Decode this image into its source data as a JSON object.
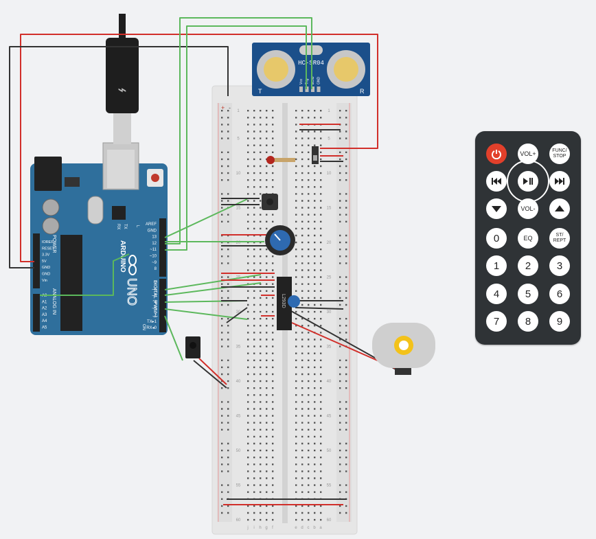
{
  "sensor": {
    "title": "HC-SR04",
    "pins": [
      "Vcc",
      "Trig",
      "Echo",
      "GND"
    ],
    "left_mark": "T",
    "right_mark": "R"
  },
  "arduino": {
    "brand": "ARDUINO",
    "model": "UNO",
    "header_pins_top": [
      "AREF",
      "GND",
      "13",
      "12",
      "~11",
      "~10",
      "~9",
      "8"
    ],
    "header_pins_bottom": [
      "7",
      "~6",
      "~5",
      "4",
      "~3",
      "2",
      "TX▸1",
      "RX◂0"
    ],
    "digital_label": "DIGITAL (PWM~)",
    "power_pins": [
      "IOREF",
      "RESET",
      "3.3V",
      "5V",
      "GND",
      "GND",
      "Vin"
    ],
    "power_label": "POWER",
    "analog_pins": [
      "A0",
      "A1",
      "A2",
      "A3",
      "A4",
      "A5"
    ],
    "analog_label": "ANALOG IN",
    "tx_label": "TX",
    "rx_label": "RX",
    "l_label": "L",
    "on_label": "ON"
  },
  "breadboard": {
    "row_numbers": [
      "1",
      "5",
      "10",
      "15",
      "20",
      "25",
      "30",
      "35",
      "40",
      "45",
      "50",
      "55",
      "60"
    ],
    "column_letters_left": [
      "j",
      "i",
      "h",
      "g",
      "f"
    ],
    "column_letters_right": [
      "e",
      "d",
      "c",
      "b",
      "a"
    ],
    "rail_plus": "+",
    "rail_minus": "-"
  },
  "chip": {
    "label": "L293D"
  },
  "remote": {
    "buttons": [
      {
        "id": "power",
        "label": "",
        "icon": "power-icon"
      },
      {
        "id": "vol_up",
        "label": "VOL+"
      },
      {
        "id": "func_stop",
        "label": "FUNC/\nSTOP"
      },
      {
        "id": "prev",
        "label": "",
        "icon": "skip-back-icon"
      },
      {
        "id": "play_pause",
        "label": "",
        "icon": "play-pause-icon"
      },
      {
        "id": "next",
        "label": "",
        "icon": "skip-forward-icon"
      },
      {
        "id": "down",
        "label": "",
        "icon": "arrow-down-icon"
      },
      {
        "id": "vol_down",
        "label": "VOL-"
      },
      {
        "id": "up",
        "label": "",
        "icon": "arrow-up-icon"
      },
      {
        "id": "zero",
        "label": "0"
      },
      {
        "id": "eq",
        "label": "EQ"
      },
      {
        "id": "st_rept",
        "label": "ST/\nREPT"
      },
      {
        "id": "one",
        "label": "1"
      },
      {
        "id": "two",
        "label": "2"
      },
      {
        "id": "three",
        "label": "3"
      },
      {
        "id": "four",
        "label": "4"
      },
      {
        "id": "five",
        "label": "5"
      },
      {
        "id": "six",
        "label": "6"
      },
      {
        "id": "seven",
        "label": "7"
      },
      {
        "id": "eight",
        "label": "8"
      },
      {
        "id": "nine",
        "label": "9"
      }
    ]
  },
  "colors": {
    "background": "#f1f2f4",
    "board": "#2f6f9c",
    "sensor_board": "#1b4f8a",
    "wire_red": "#d12f2a",
    "wire_black": "#333333",
    "wire_green": "#5cb85c",
    "breadboard": "#e6e6e6",
    "remote_body": "#2f3336",
    "power_button": "#e2402b",
    "motor_hub": "#f3c21a"
  }
}
